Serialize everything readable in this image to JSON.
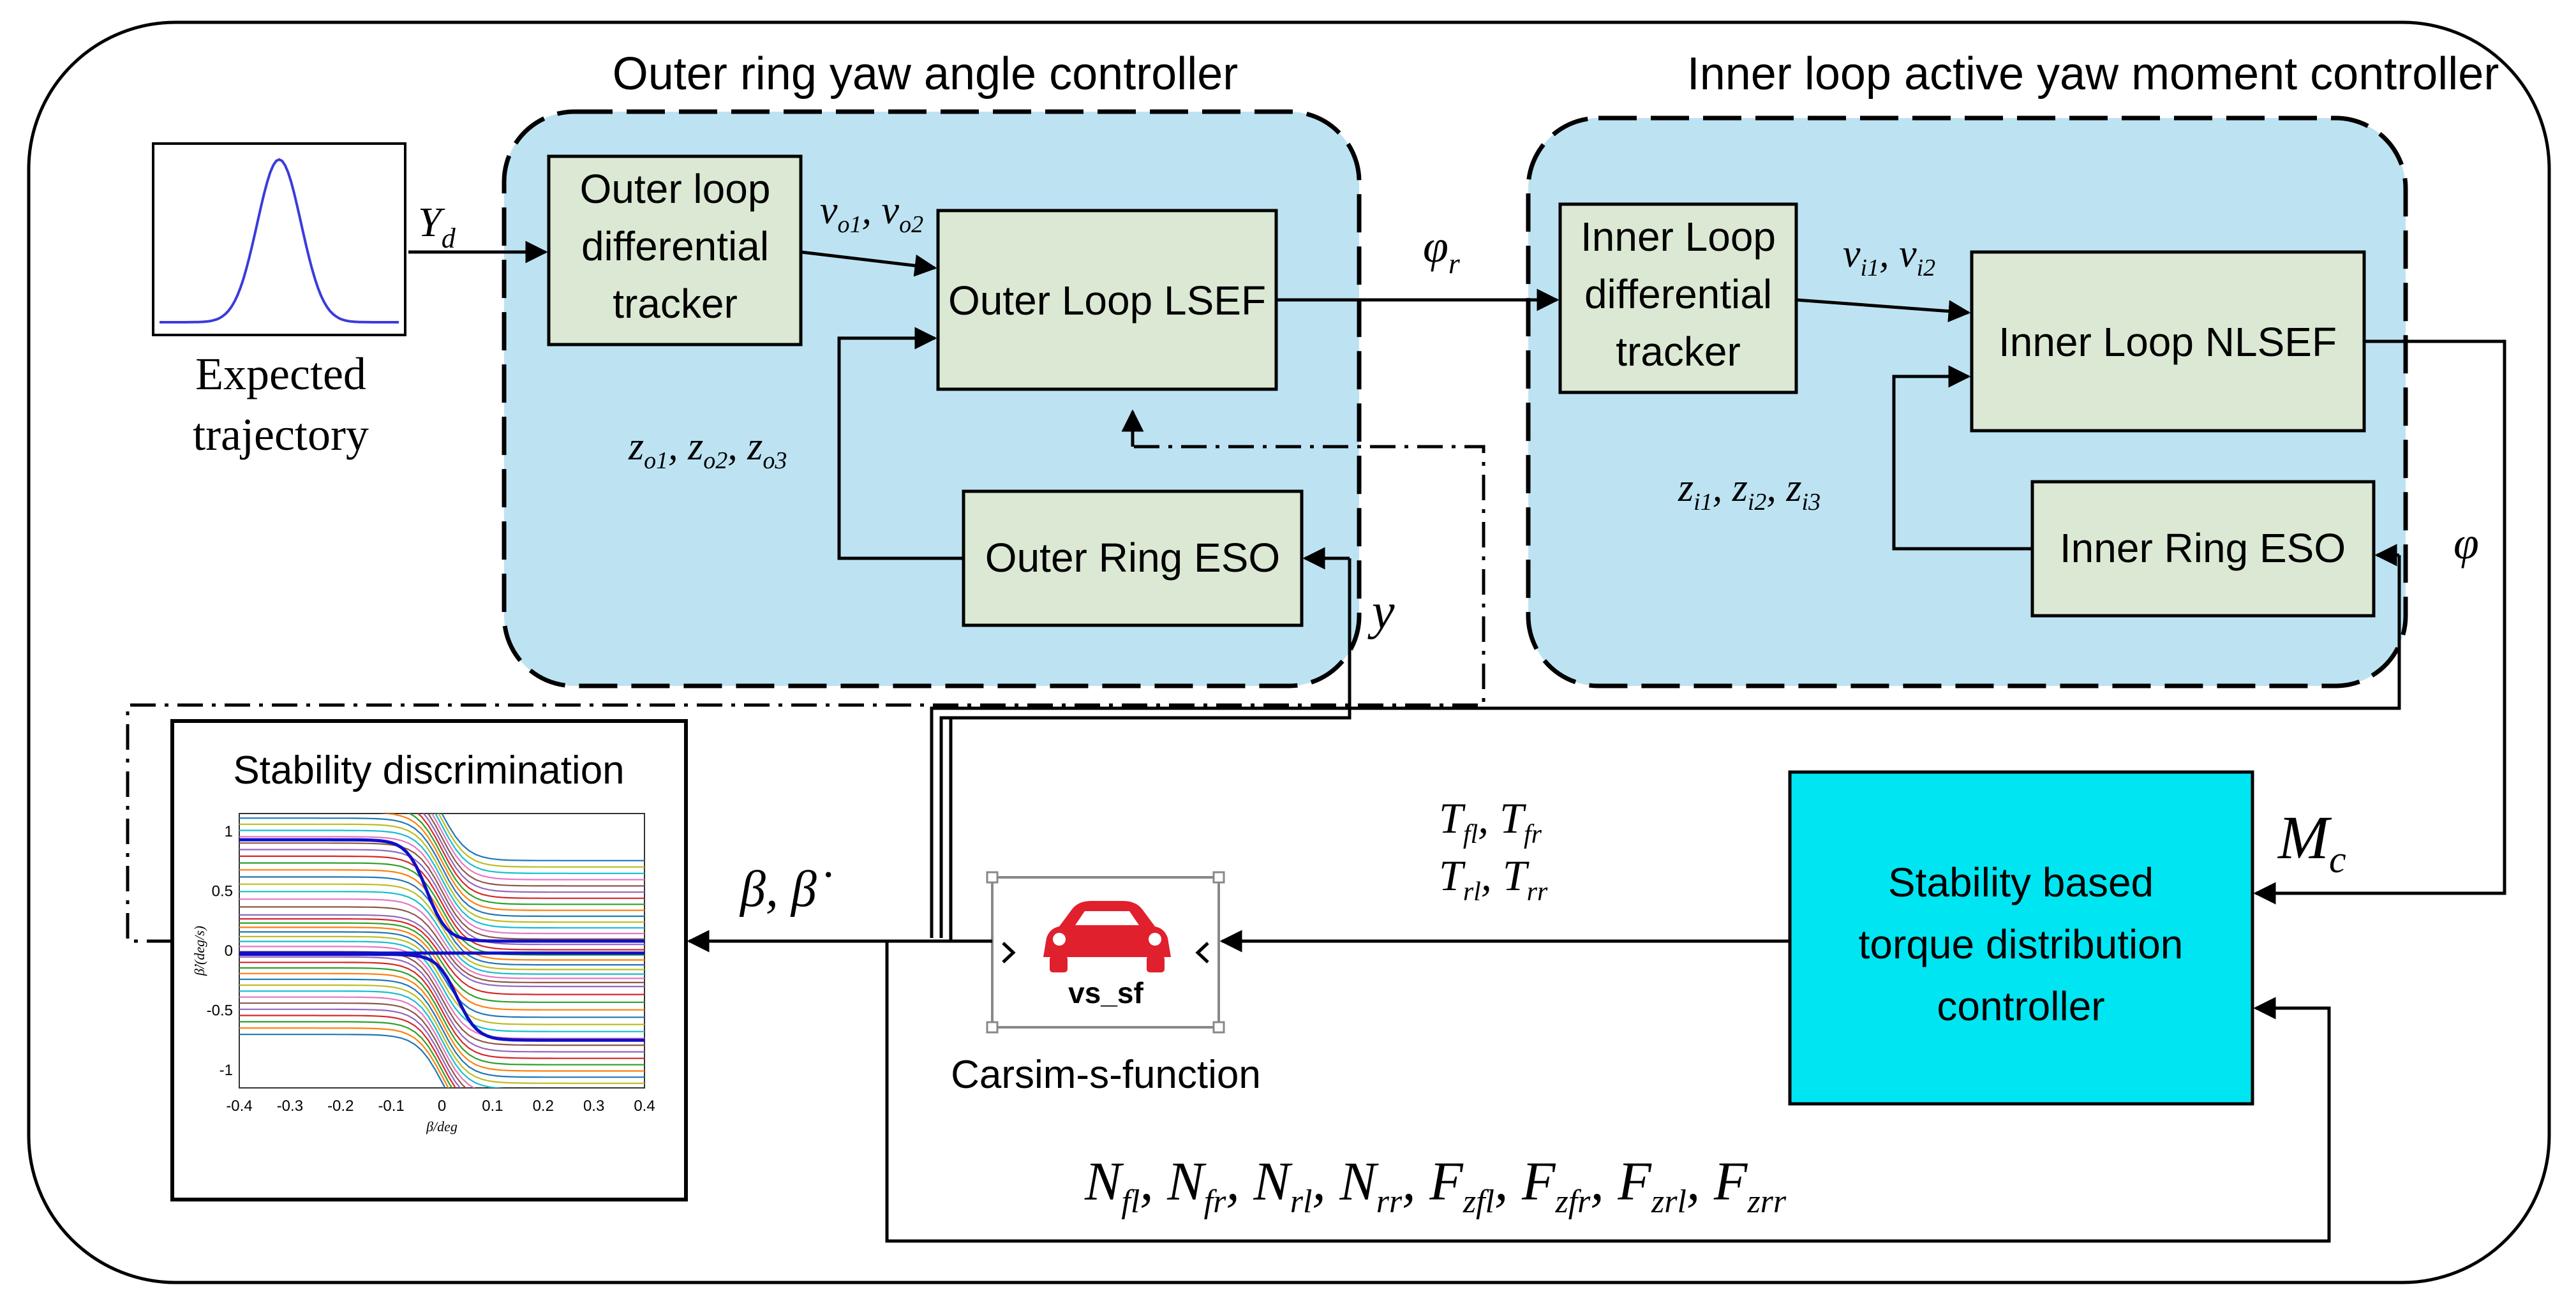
{
  "colors": {
    "region_fill": "#bde3f3",
    "block_fill": "#dbe8d3",
    "distribution_fill": "#00e5f2",
    "car_red": "#e0202c",
    "line": "#000000"
  },
  "regions": {
    "outer_title": "Outer ring yaw angle controller",
    "inner_title": "Inner loop active yaw moment controller"
  },
  "input": {
    "caption_line1": "Expected",
    "caption_line2": "trajectory"
  },
  "blocks": {
    "outer_td": [
      "Outer loop",
      "differential",
      "tracker"
    ],
    "outer_lsef": "Outer Loop LSEF",
    "outer_eso": "Outer Ring ESO",
    "inner_td": [
      "Inner Loop",
      "differential",
      "tracker"
    ],
    "inner_nlsef": "Inner Loop NLSEF",
    "inner_eso": "Inner Ring ESO",
    "distribution": [
      "Stability based",
      "torque distribution",
      "controller"
    ],
    "stability_title": "Stability discrimination",
    "carsim_label": "Carsim-s-function",
    "carsim_icon_text": "vs_sf"
  },
  "signals": {
    "yd": "Y",
    "yd_sub": "d",
    "vo": "v",
    "vo_sub1": "o1",
    "vo_sub2": "o2",
    "zo": "z",
    "zo_sub1": "o1",
    "zo_sub2": "o2",
    "zo_sub3": "o3",
    "phi_r": "φ",
    "phi_r_sub": "r",
    "vi": "v",
    "vi_sub1": "i1",
    "vi_sub2": "i2",
    "zi": "z",
    "zi_sub1": "i1",
    "zi_sub2": "i2",
    "zi_sub3": "i3",
    "phi": "φ",
    "y": "y",
    "mc": "M",
    "mc_sub": "c",
    "beta": "β, β̇",
    "torques_line1": "T",
    "t_fl": "fl",
    "t_fr": "fr",
    "t_rl": "rl",
    "t_rr": "rr",
    "n_sym": "N",
    "f_sym": "F",
    "n_fl": "fl",
    "n_fr": "fr",
    "n_rl": "rl",
    "n_rr": "rr",
    "f_zfl": "zfl",
    "f_zfr": "zfr",
    "f_zrl": "zrl",
    "f_zrr": "zrr",
    "comma": ", "
  },
  "phase_plot": {
    "x_ticks": [
      "-0.4",
      "-0.3",
      "-0.2",
      "-0.1",
      "0",
      "0.1",
      "0.2",
      "0.3",
      "0.4"
    ],
    "y_ticks": [
      "1",
      "0.5",
      "0",
      "-0.5",
      "-1"
    ],
    "x_label": "β/deg",
    "y_label": "β̇/(deg/s)",
    "palette": [
      "#1f77b4",
      "#ff7f0e",
      "#2ca02c",
      "#d62728",
      "#9467bd",
      "#8c564b",
      "#e377c2",
      "#17becf",
      "#bcbd22"
    ]
  }
}
